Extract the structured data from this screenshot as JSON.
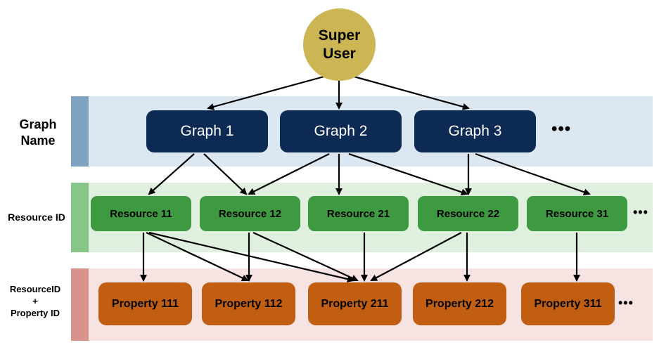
{
  "super_user": {
    "label": "Super User"
  },
  "row_labels": {
    "graph": "Graph Name",
    "resource": "Resource ID",
    "property_line1": "ResourceID",
    "property_line2": "+",
    "property_line3": "Property ID"
  },
  "graphs": [
    "Graph 1",
    "Graph 2",
    "Graph 3"
  ],
  "resources": [
    "Resource 11",
    "Resource 12",
    "Resource 21",
    "Resource 22",
    "Resource 31"
  ],
  "properties": [
    "Property 111",
    "Property 112",
    "Property 211",
    "Property 212",
    "Property 311"
  ],
  "ellipsis": "•••",
  "colors": {
    "super_user": "#ccb653",
    "graph_node": "#0d2a55",
    "resource_node": "#3d9a40",
    "property_node": "#c25e12",
    "graph_band": "#dbe7f1",
    "resource_band": "#dff0de",
    "property_band": "#f6e3e2"
  }
}
